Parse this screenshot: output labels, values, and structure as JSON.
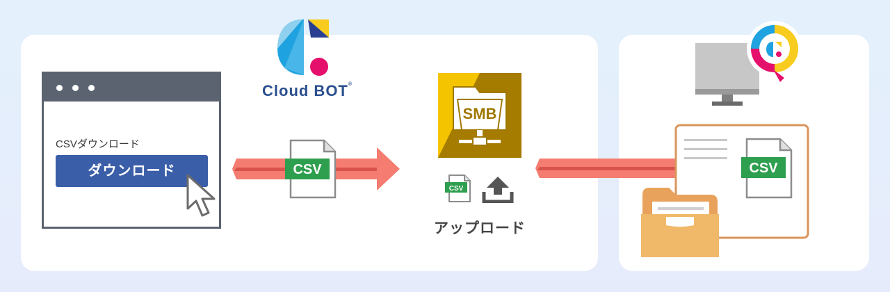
{
  "browser": {
    "caption": "CSVダウンロード",
    "button_label": "ダウンロード"
  },
  "brand": {
    "name": "Cloud BOT",
    "mark": "®"
  },
  "file_badge": "CSV",
  "smb": {
    "label": "SMB",
    "small_badge": "CSV",
    "upload_caption": "アップロード"
  },
  "destination": {
    "file_badge": "CSV"
  },
  "colors": {
    "arrow": "#f47c70",
    "arrow_stripe": "#d9534a",
    "csv_green": "#2e9e4f",
    "smb_yellow": "#f5c400",
    "smb_brown": "#a07800",
    "button_blue": "#3b5ea8",
    "frame_gray": "#5b6370",
    "folder_orange": "#f0b96a",
    "document_border": "#d9955b",
    "logo_cyan": "#1fa3e0",
    "logo_pink": "#e5106c",
    "logo_yellow": "#f7cc1e"
  }
}
